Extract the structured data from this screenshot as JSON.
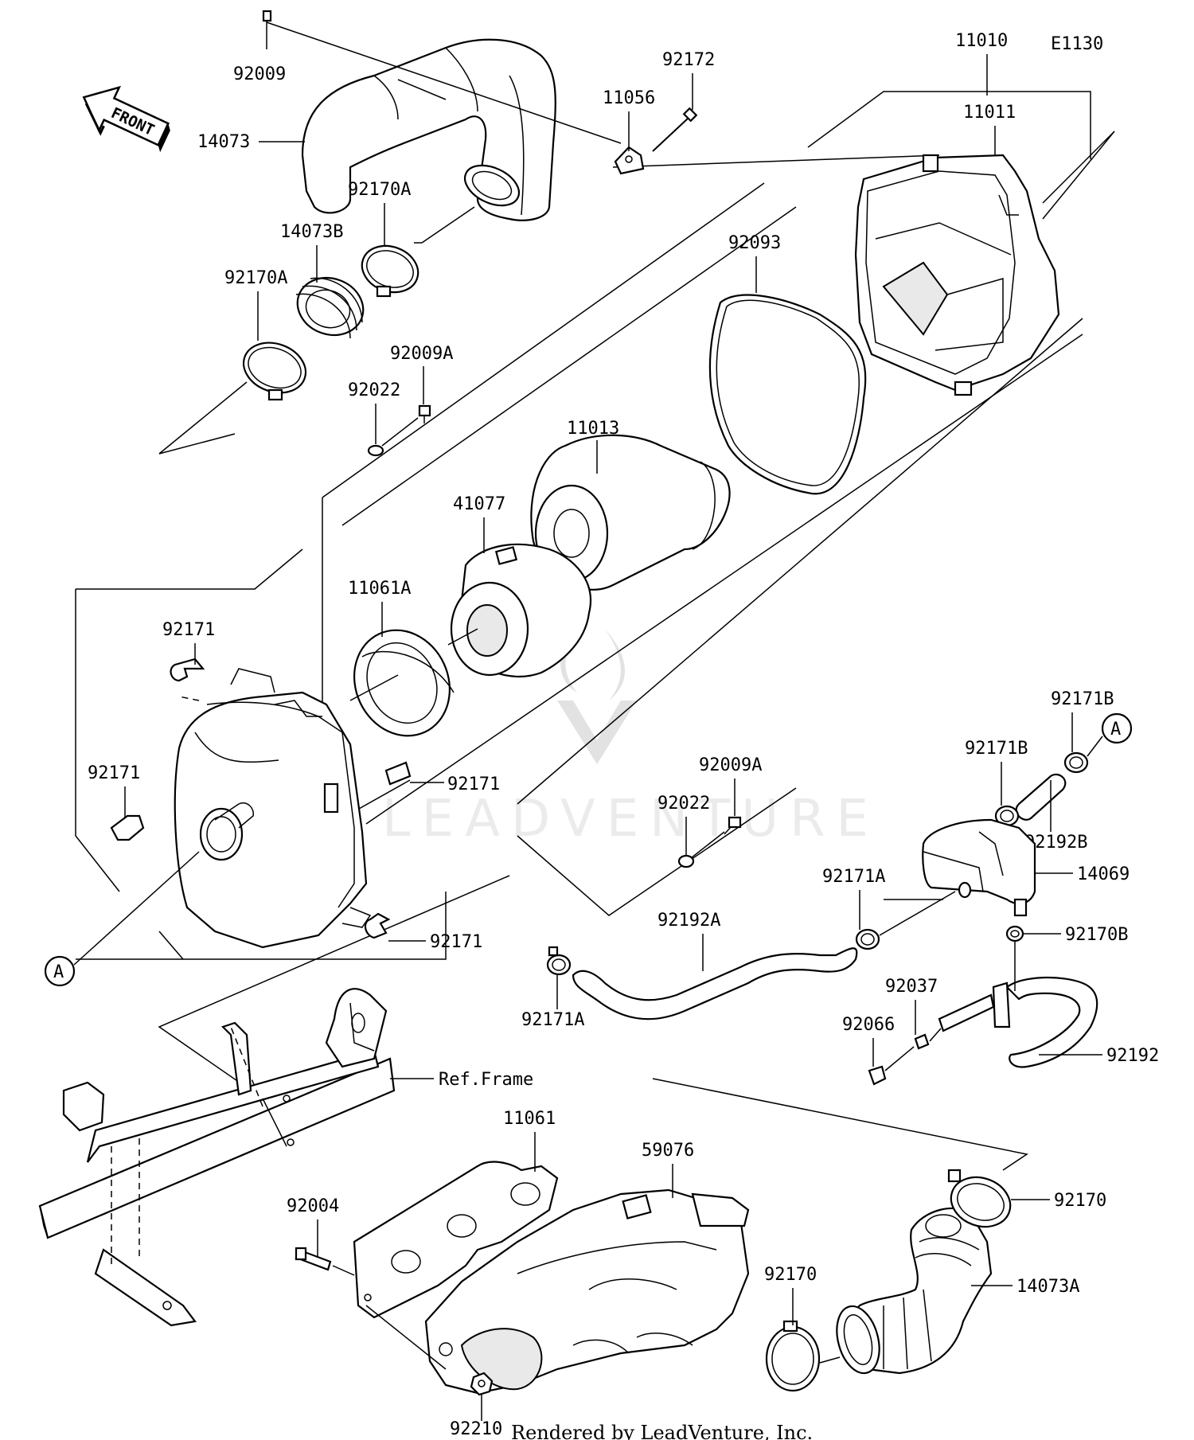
{
  "diagram": {
    "code": "E1130",
    "front_label": "FRONT",
    "watermark": "LEADVENTURE",
    "credit": "Rendered by LeadVenture, Inc.",
    "ref_frame": "Ref.Frame",
    "marker": "A",
    "labels": {
      "p92009": "92009",
      "p14073": "14073",
      "p92170A_1": "92170A",
      "p14073B": "14073B",
      "p92170A_2": "92170A",
      "p92009A_1": "92009A",
      "p92022_1": "92022",
      "p11056": "11056",
      "p92172": "92172",
      "p11010": "11010",
      "p11011": "11011",
      "p92093": "92093",
      "p11013": "11013",
      "p41077": "41077",
      "p11061A": "11061A",
      "p92171_1": "92171",
      "p92171_2": "92171",
      "p92171_3": "92171",
      "p92171_4": "92171",
      "p92171B_1": "92171B",
      "p92171B_2": "92171B",
      "p92192B": "92192B",
      "p14069": "14069",
      "p92009A_2": "92009A",
      "p92022_2": "92022",
      "p92171A_1": "92171A",
      "p92192A": "92192A",
      "p92171A_2": "92171A",
      "p92170B": "92170B",
      "p92037": "92037",
      "p92066": "92066",
      "p92192": "92192",
      "p11061": "11061",
      "p59076": "59076",
      "p92004": "92004",
      "p92210": "92210",
      "p92170_1": "92170",
      "p92170_2": "92170",
      "p14073A": "14073A"
    }
  }
}
